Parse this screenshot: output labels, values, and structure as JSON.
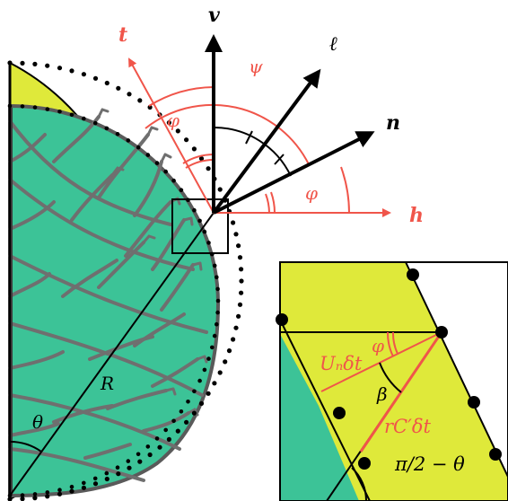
{
  "colors": {
    "yellow_fill": "#dfe93a",
    "teal_fill": "#3cc397",
    "branch_gray": "#6f6f6f",
    "red": "#f0554a",
    "black": "#000000"
  },
  "labels": {
    "v": "v",
    "ell": "ℓ",
    "n": "n",
    "t": "t",
    "h": "h",
    "psi": "ψ",
    "phi_left": "φ",
    "phi_right": "φ",
    "R": "R",
    "theta": "θ"
  },
  "inset": {
    "un_dt": "Uₙδt",
    "phi": "φ",
    "beta": "β",
    "rc_dt": "rC′δt",
    "pi_theta": "π/2 − θ"
  }
}
